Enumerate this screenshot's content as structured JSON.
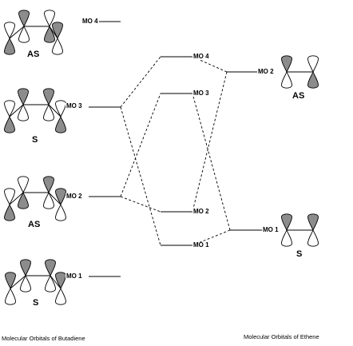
{
  "butadiene": {
    "caption": "Molecular Orbitals of Butadiene",
    "levels": [
      {
        "label": "MO 4",
        "symmetry": "AS",
        "node_count": 3,
        "phases": [
          "down",
          "up",
          "down",
          "up"
        ]
      },
      {
        "label": "MO 3",
        "symmetry": "S",
        "node_count": 2,
        "phases": [
          "down",
          "up",
          "up",
          "down"
        ]
      },
      {
        "label": "MO 2",
        "symmetry": "AS",
        "node_count": 1,
        "phases": [
          "down",
          "down",
          "up",
          "up"
        ]
      },
      {
        "label": "MO 1",
        "symmetry": "S",
        "node_count": 0,
        "phases": [
          "up",
          "up",
          "up",
          "up"
        ]
      }
    ]
  },
  "interaction": {
    "levels": [
      {
        "label": "MO 4"
      },
      {
        "label": "MO 3"
      },
      {
        "label": "MO 2"
      },
      {
        "label": "MO 1"
      }
    ]
  },
  "ethene": {
    "caption": "Molecular Orbitals of Ethene",
    "levels": [
      {
        "label": "MO 2",
        "symmetry": "AS",
        "phases": [
          "up",
          "down"
        ]
      },
      {
        "label": "MO 1",
        "symmetry": "S",
        "phases": [
          "up",
          "up"
        ]
      }
    ]
  },
  "correlations": [
    {
      "from": "butadiene MO 3",
      "to": "MO 4"
    },
    {
      "from": "butadiene MO 3",
      "to": "MO 1"
    },
    {
      "from": "butadiene MO 2",
      "to": "MO 3"
    },
    {
      "from": "butadiene MO 2",
      "to": "MO 2"
    },
    {
      "from": "ethene MO 2",
      "to": "MO 4"
    },
    {
      "from": "ethene MO 2",
      "to": "MO 2"
    },
    {
      "from": "ethene MO 1",
      "to": "MO 3"
    },
    {
      "from": "ethene MO 1",
      "to": "MO 1"
    }
  ],
  "colors": {
    "line": "#000000",
    "shade": "#8c8c8c",
    "background": "#ffffff"
  }
}
